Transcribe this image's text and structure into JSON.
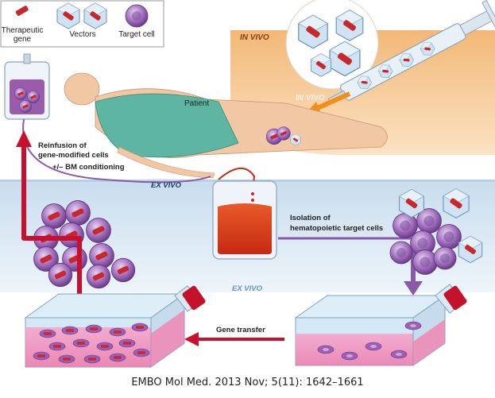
{
  "legend": {
    "therapeutic_gene_line1": "Therapeutic",
    "therapeutic_gene_line2": "gene",
    "vectors": "Vectors",
    "target_cell": "Target cell"
  },
  "labels": {
    "in_vivo_top": "IN VIVO",
    "in_vivo_mid": "IN VIVO",
    "patient": "Patient",
    "reinfusion_line1": "Reinfusion of",
    "reinfusion_line2": "gene-modified cells",
    "reinfusion_line3": "+/– BM conditioning",
    "ex_vivo_top": "EX VIVO",
    "ex_vivo_mid": "EX VIVO",
    "isolation_line1": "Isolation of",
    "isolation_line2": "hematopoietic target cells",
    "gene_transfer": "Gene transfer"
  },
  "caption": "EMBO Mol Med. 2013 Nov; 5(11): 1642–1661",
  "colors": {
    "gene_red": "#c8282d",
    "cell_purple": "#9a64b4",
    "vector_blue": "#b5d3ea",
    "flask_pink": "#f08cb8",
    "in_vivo_orange": "#f6c48a",
    "ex_vivo_blue": "#dbe9f4",
    "arrow_red": "#c8102e",
    "arrow_purple": "#8a5aa8"
  }
}
